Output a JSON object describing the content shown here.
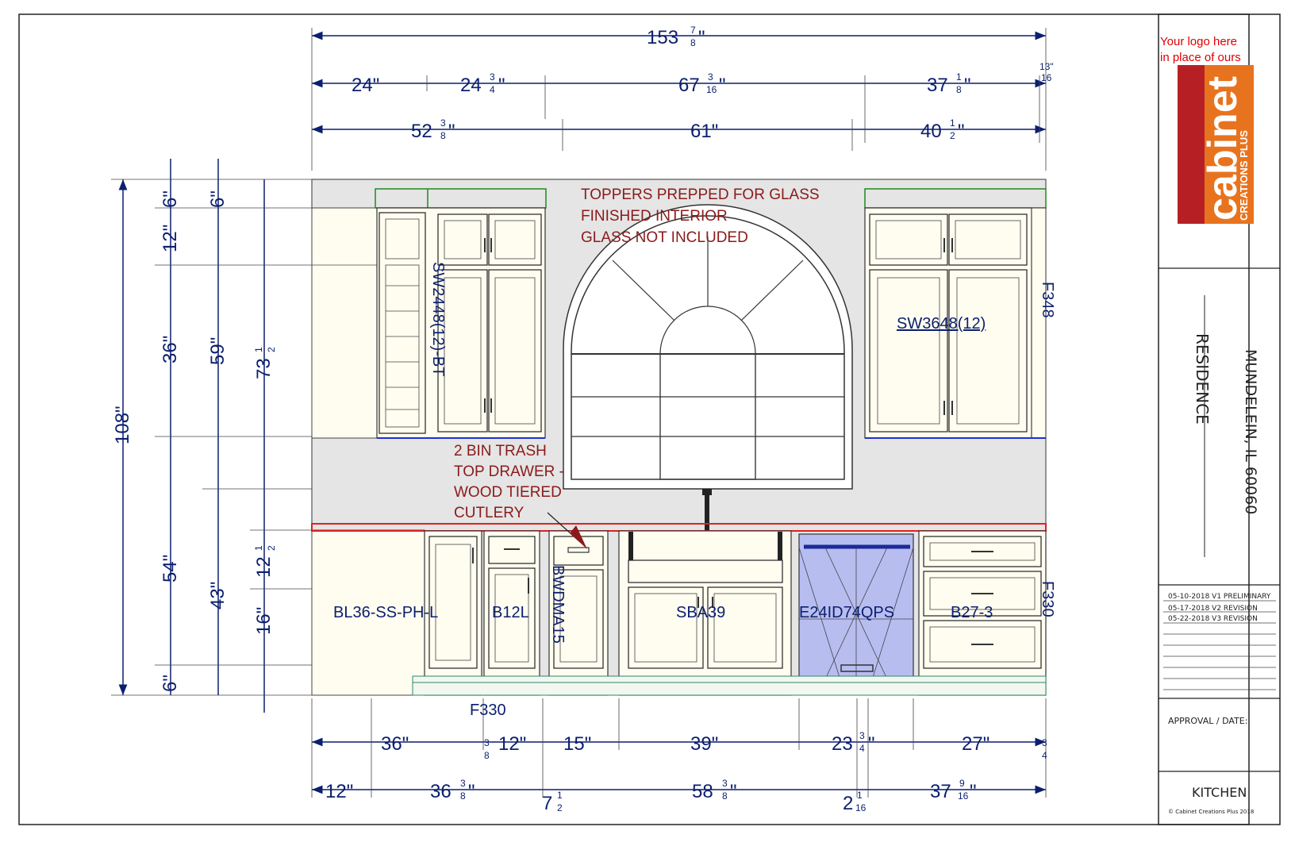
{
  "diagram": {
    "top_dims": {
      "overall": {
        "whole": "153",
        "num": "7",
        "den": "8"
      },
      "row1": [
        {
          "whole": "24\"",
          "num": "",
          "den": ""
        },
        {
          "whole": "24",
          "num": "3",
          "den": "4"
        },
        {
          "whole": "67",
          "num": "3",
          "den": "16"
        },
        {
          "whole": "37",
          "num": "1",
          "den": "8"
        },
        {
          "whole": "",
          "num": "13\"",
          "den": "16"
        }
      ],
      "row2": [
        {
          "whole": "52",
          "num": "3",
          "den": "8"
        },
        {
          "whole": "61\"",
          "num": "",
          "den": ""
        },
        {
          "whole": "40",
          "num": "1",
          "den": "2"
        }
      ]
    },
    "left_dims": {
      "overall": "108\"",
      "col_a": [
        "6\"",
        "12\"",
        "36\"",
        "54\"",
        "6\""
      ],
      "col_b": [
        "6\"",
        "59\"",
        "43\""
      ],
      "col_c_whole": "73",
      "col_c_frac": {
        "num": "1",
        "den": "2"
      },
      "col_c2_whole": "12",
      "col_c2_frac": {
        "num": "1",
        "den": "2"
      },
      "col_c3": "16\""
    },
    "bottom_dims": {
      "row1": [
        {
          "whole": "36\"",
          "num": "",
          "den": ""
        },
        {
          "whole": "",
          "num": "3",
          "den": "8"
        },
        {
          "whole": "12\"",
          "num": "",
          "den": ""
        },
        {
          "whole": "15\"",
          "num": "",
          "den": ""
        },
        {
          "whole": "39\"",
          "num": "",
          "den": ""
        },
        {
          "whole": "23",
          "num": "3",
          "den": "4"
        },
        {
          "whole": "27\"",
          "num": "",
          "den": ""
        },
        {
          "whole": "",
          "num": "3",
          "den": "4"
        }
      ],
      "row2": [
        {
          "whole": "12\"",
          "num": "",
          "den": ""
        },
        {
          "whole": "36",
          "num": "3",
          "den": "8"
        },
        {
          "whole": "7",
          "num": "1",
          "den": "2"
        },
        {
          "whole": "58",
          "num": "3",
          "den": "8"
        },
        {
          "whole": "2",
          "num": "1",
          "den": "16"
        },
        {
          "whole": "37",
          "num": "9",
          "den": "16"
        }
      ]
    },
    "notes": {
      "toppers": [
        "TOPPERS PREPPED FOR GLASS",
        "FINISHED INTERIOR",
        "GLASS NOT INCLUDED"
      ],
      "trash": [
        "2 BIN TRASH",
        "TOP DRAWER -",
        "WOOD TIERED",
        "CUTLERY"
      ]
    },
    "cabinets": {
      "sw2448": "SW2448(12)-BT",
      "sw3648": "SW3648(12)",
      "f348": "F348",
      "bl36": "BL36-SS-PH-L",
      "b12l": "B12L",
      "bwdma15": "BWDMA15",
      "sba39": "SBA39",
      "e24": "E24ID74QPS",
      "b27": "B27-3",
      "f330_right": "F330",
      "f330_bottom": "F330"
    }
  },
  "title_block": {
    "logo_note": [
      "Your logo here",
      "in place of ours"
    ],
    "logo_main": "cabinet",
    "logo_sub": "CREATIONS PLUS",
    "project": "RESIDENCE",
    "location": "MUNDELEIN, IL  60060",
    "revisions": [
      "05-10-2018 V1 PRELIMINARY",
      "05-17-2018 V2 REVISION",
      "05-22-2018 V3 REVISION"
    ],
    "approval": "APPROVAL / DATE:",
    "room": "KITCHEN",
    "copyright": "© Cabinet Creations Plus 2018"
  },
  "colors": {
    "dimension": "#0b1f6e",
    "note": "#8b1a1a",
    "topper": "#1e8a1e",
    "countertop": "#e02020",
    "appliance": "#b8bdf0",
    "base_fill": "#fffdf0",
    "wall_fill": "#e5e5e5",
    "logo_orange": "#e8731e",
    "logo_red": "#b62025"
  }
}
